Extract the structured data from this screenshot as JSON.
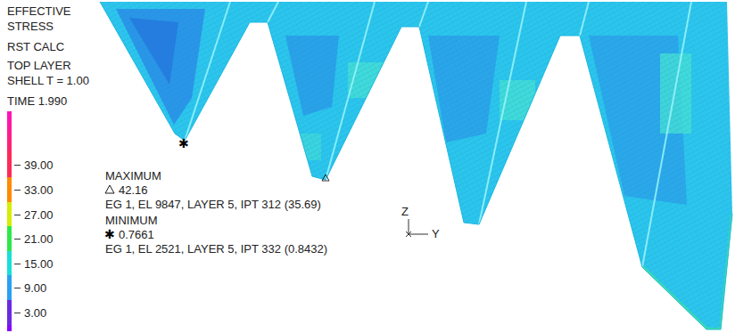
{
  "diagram": {
    "labels": [
      "EFFECTIVE STRESS",
      "RST CALC",
      "TOP LAYER SHELL T = 1.00",
      "TIME 1.990",
      "MAXIMUM",
      "42.16",
      "EG 1, EL 9847, LAYER 5, IPT 312 (35.69)",
      "MINIMUM",
      "0.7661",
      "EG 1, EL 2521, LAYER 5, IPT 332 (0.8432)",
      "Z",
      "Y"
    ],
    "legend": [
      {
        "text": "39.00",
        "color": "#ff2a55"
      },
      {
        "text": "33.00",
        "color": "#ff8a00"
      },
      {
        "text": "27.00",
        "color": "#d6ee00"
      },
      {
        "text": "21.00",
        "color": "#2ee84a"
      },
      {
        "text": "15.00",
        "color": "#18e0d8"
      },
      {
        "text": "9.00",
        "color": "#2aa0f0"
      },
      {
        "text": "3.00",
        "color": "#6a2ae0"
      }
    ]
  }
}
